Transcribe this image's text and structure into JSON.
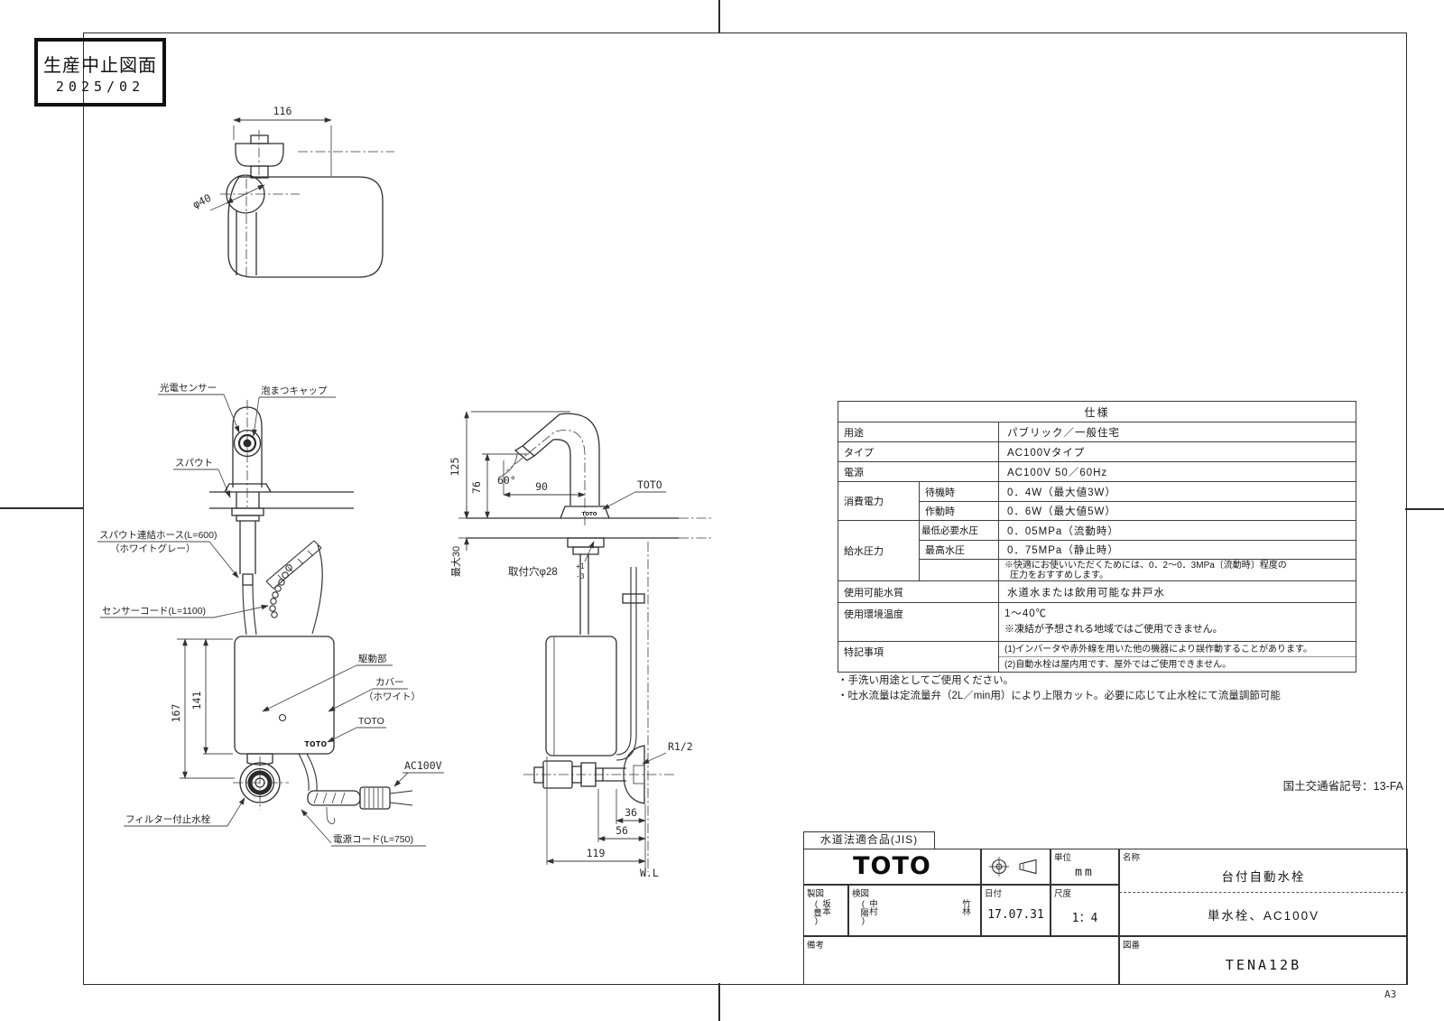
{
  "stamp": {
    "line1": "生産中止図面",
    "line2": "2025/02"
  },
  "drawing": {
    "top_view": {
      "dim_width": "116",
      "dim_diameter": "φ40"
    },
    "front_view": {
      "label_sensor": "光電センサー",
      "label_cap": "泡まつキャップ",
      "label_spout": "スパウト",
      "label_hose1": "スパウト連結ホース(L=600)",
      "label_hose2": "（ホワイトグレー）",
      "label_cord": "センサーコード(L=1100)",
      "label_drive": "駆動部",
      "label_cover1": "カバー",
      "label_cover2": "（ホワイト）",
      "label_logo": "TOTO",
      "label_power": "AC100V",
      "label_filter_valve": "フィルター付止水栓",
      "label_power_cord": "電源コード(L=750)",
      "dim_height_total": "167",
      "dim_height_box": "141",
      "logo_on_box": "TOTO"
    },
    "side_view": {
      "dim_125": "125",
      "dim_76": "76",
      "dim_angle": "60°",
      "dim_90": "90",
      "dim_max30": "最大30",
      "label_hole": "取付穴φ28",
      "hole_tol_plus": "+1",
      "hole_tol_minus": "-3",
      "label_logo": "TOTO",
      "logo_on_base": "TOTO",
      "label_thread": "R1/2",
      "dim_36": "36",
      "dim_56": "56",
      "dim_119": "119",
      "label_wl": "W.L"
    }
  },
  "spec_table": {
    "title": "仕様",
    "usage_label": "用途",
    "usage_value": "パブリック／一般住宅",
    "type_label": "タイプ",
    "type_value": "AC100Vタイプ",
    "power_label": "電源",
    "power_value": "AC100V 50／60Hz",
    "consumption_label": "消費電力",
    "standby_label": "待機時",
    "standby_value": "0．4W（最大値3W）",
    "active_label": "作動時",
    "active_value": "0．6W（最大値5W）",
    "pressure_label": "給水圧力",
    "min_pressure_label": "最低必要水圧",
    "min_pressure_value": "0．05MPa（流動時）",
    "max_pressure_label": "最高水圧",
    "max_pressure_value": "0．75MPa（静止時）",
    "pressure_note1": "※快適にお使いいただくためには、0．2～0．3MPa〔流動時〕程度の",
    "pressure_note2": "圧力をおすすめします。",
    "water_label": "使用可能水質",
    "water_value": "水道水または飲用可能な井戸水",
    "temp_label": "使用環境温度",
    "temp_value": "1～40℃",
    "temp_note": "※凍結が予想される地域ではご使用できません。",
    "notes_label": "特記事項",
    "notes_value1": "(1)インバータや赤外線を用いた他の機器により誤作動することがあります。",
    "notes_value2": "(2)自動水栓は屋内用です、屋外ではご使用できません。"
  },
  "footnotes": {
    "note1": "・手洗い用途としてご使用ください。",
    "note2": "・吐水流量は定流量弁（2L／min用）により上限カット。必要に応じて止水栓にて流量調節可能"
  },
  "ministry_code": "国土交通省記号：13-FA",
  "title_block": {
    "certification": "水道法適合品(JIS)",
    "logo": "TOTO",
    "unit_label": "単位",
    "unit_value": "mm",
    "date_label": "日付",
    "date_value": "17.07.31",
    "scale_label": "尺度",
    "scale_value": "1：4",
    "drafter_label": "製図",
    "drafter_value": "坂本(豊)",
    "checker_label": "検図",
    "checker_value": "中村(陽)",
    "checker_value2": "竹林",
    "remarks_label": "備考",
    "name_label": "名称",
    "name_value": "台付自動水栓",
    "name_sub": "単水栓、AC100V",
    "number_label": "図番",
    "number_value": "TENA12B"
  },
  "page": {
    "size_label": "A3"
  }
}
